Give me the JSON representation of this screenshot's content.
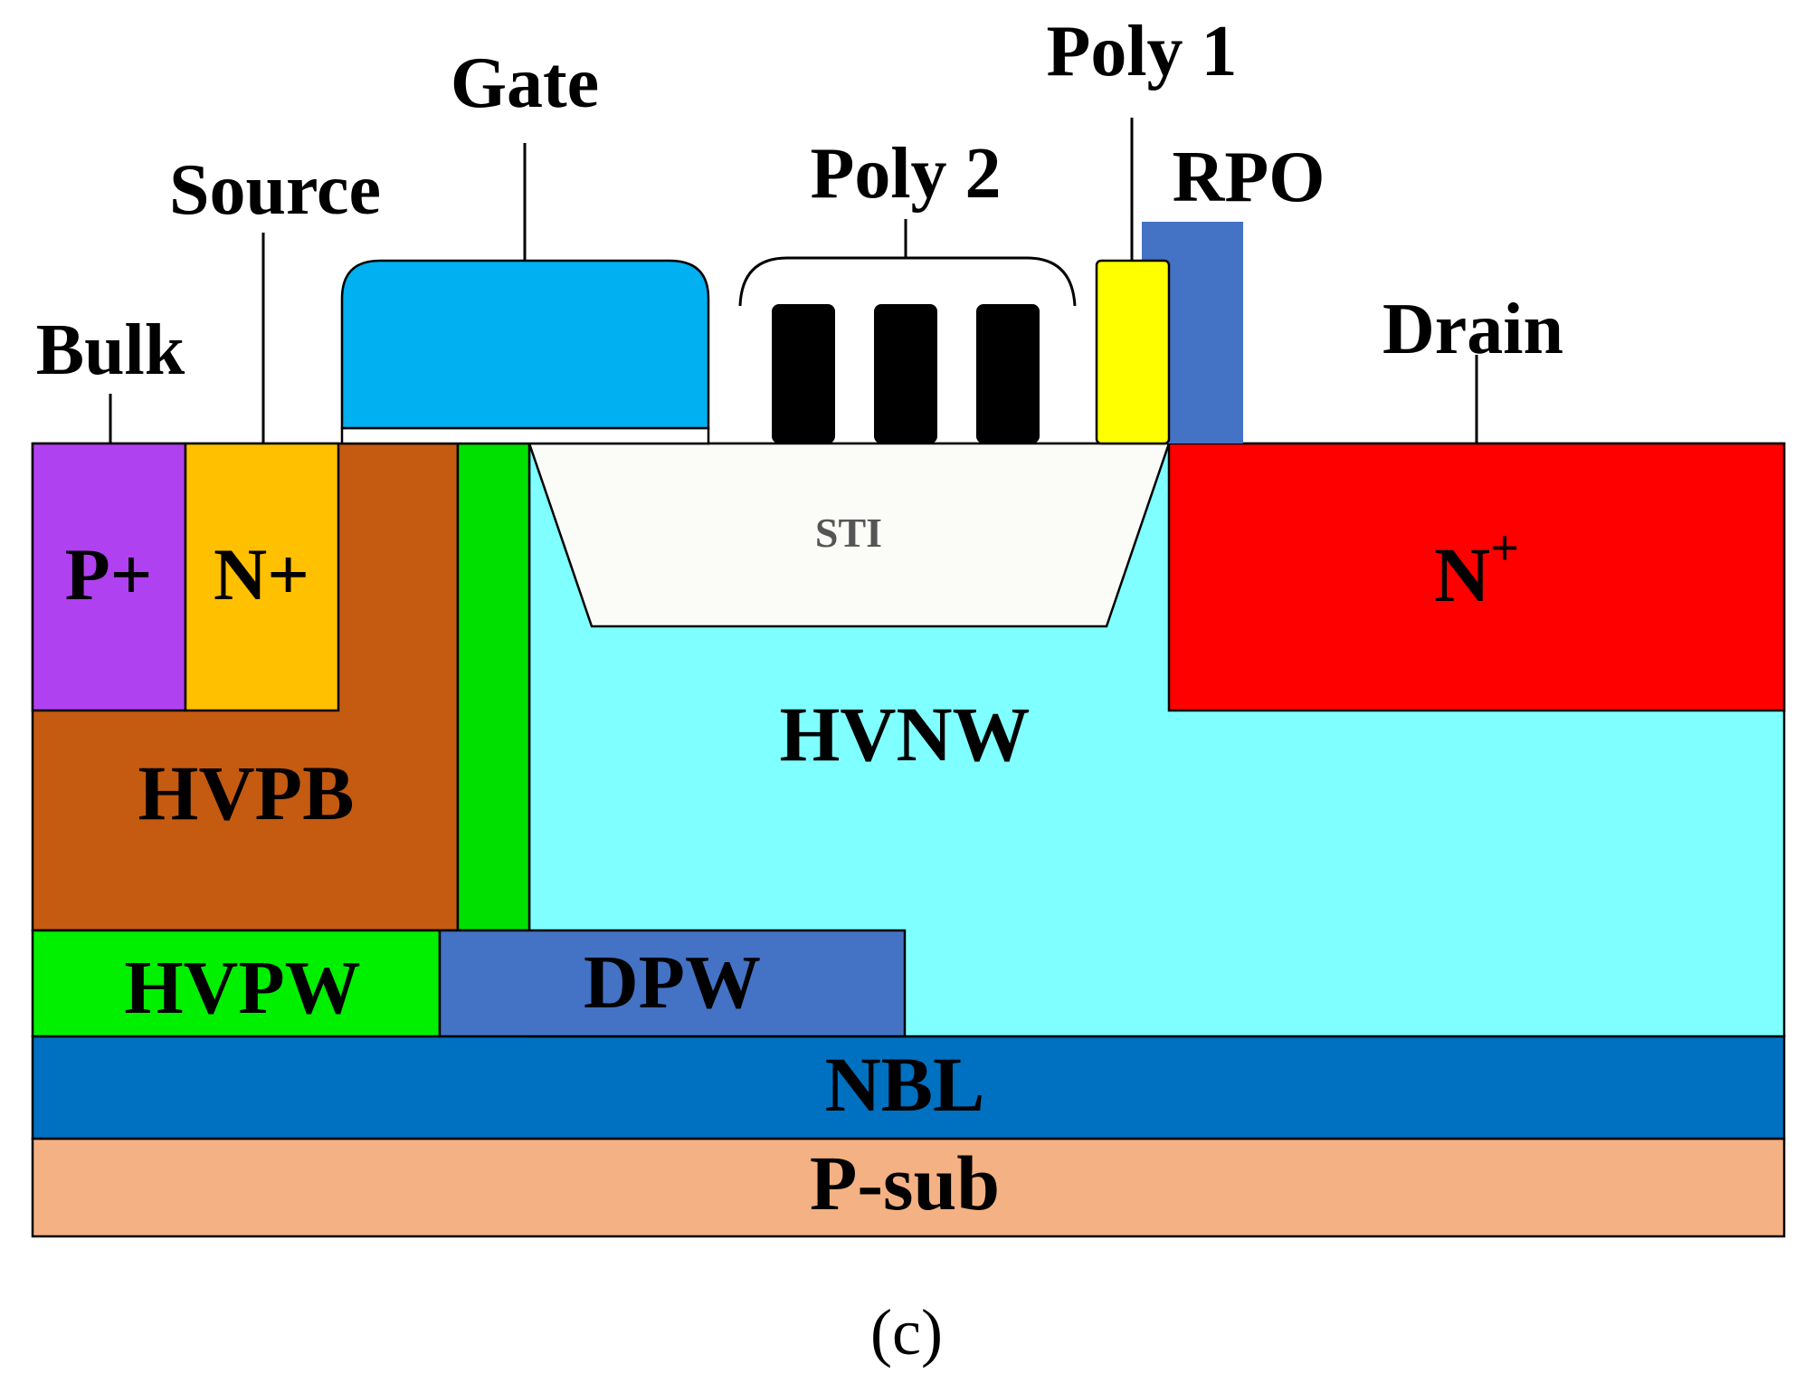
{
  "terminals": {
    "bulk": "Bulk",
    "source": "Source",
    "gate": "Gate",
    "poly1": "Poly 1",
    "poly2": "Poly 2",
    "rpo": "RPO",
    "drain": "Drain"
  },
  "regions": {
    "p_plus": "P+",
    "n_plus_source": "N+",
    "sti": "STI",
    "n_plus_drain": "N",
    "n_plus_drain_sup": "+",
    "hvpb": "HVPB",
    "hvnw": "HVNW",
    "hvpw": "HVPW",
    "dpw": "DPW",
    "nbl": "NBL",
    "psub": "P-sub"
  },
  "caption": "(c)",
  "colors": {
    "p_plus": "#B041F0",
    "n_plus_source": "#FFC000",
    "hvpb": "#C55A11",
    "green_strip": "#00E000",
    "hvnw": "#7FFFFF",
    "n_plus_drain": "#FF0000",
    "sti": "#FBFBF8",
    "hvpw": "#00F000",
    "dpw": "#4472C4",
    "nbl": "#0070C0",
    "psub": "#F4B183",
    "gate": "#00B0F0",
    "poly1": "#FFFF00",
    "rpo": "#4472C4",
    "poly2_fingers": "#000000"
  }
}
